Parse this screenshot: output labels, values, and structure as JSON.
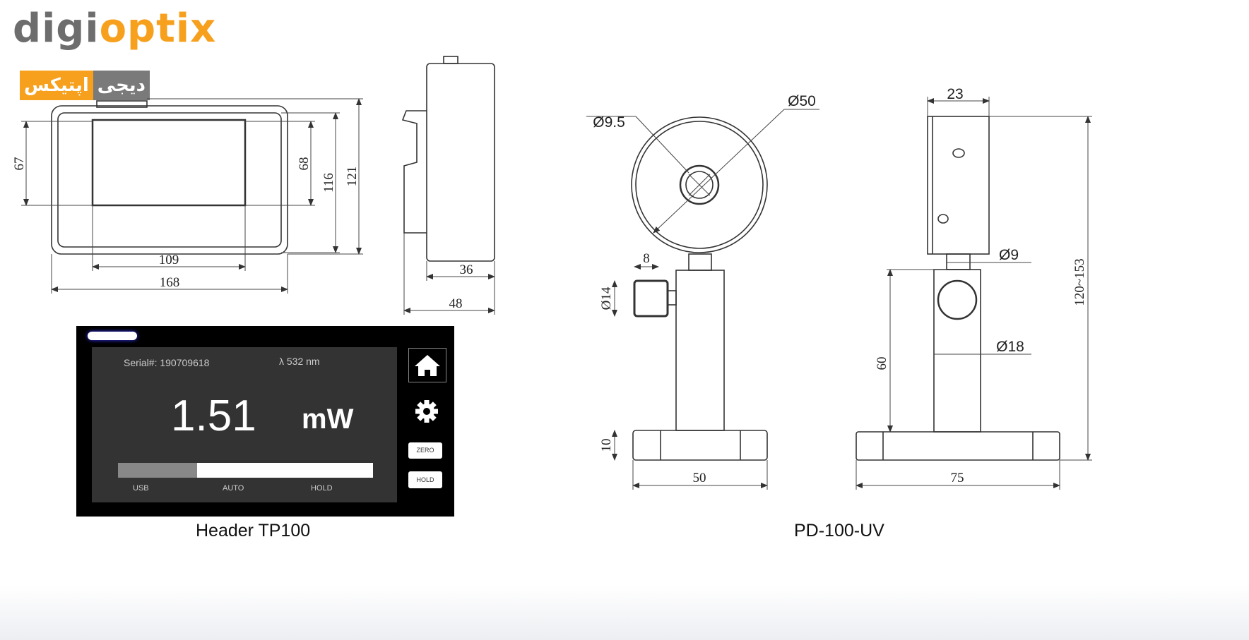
{
  "brand": {
    "name_gray": "digi",
    "name_orange": "optix",
    "fa_orange": "اپتیکس",
    "fa_gray": "دیجی"
  },
  "captions": {
    "left": "Header TP100",
    "right": "PD-100-UV"
  },
  "tp100_dims": {
    "screen_h": "67",
    "screen_h2": "68",
    "inner_h": "116",
    "outer_h": "121",
    "screen_w": "109",
    "outer_w": "168",
    "depth": "36",
    "depth_total": "48"
  },
  "pd100_dims": {
    "aperture": "Ø9.5",
    "diameter": "Ø50",
    "knob_w": "8",
    "knob_d": "Ø14",
    "base_h": "10",
    "base_w": "50",
    "width": "23",
    "neck_d": "Ø9",
    "post_d": "Ø18",
    "post_h": "60",
    "height_range": "120~153",
    "base_len": "75"
  },
  "display": {
    "serial": "Serial#: 190709618",
    "wavelength": "λ 532 nm",
    "value": "1.51",
    "unit": "mW",
    "progress": 0.31,
    "labels": [
      "USB",
      "AUTO",
      "HOLD"
    ],
    "buttons": {
      "zero": "ZERO",
      "hold": "HOLD"
    }
  },
  "colors": {
    "orange": "#f7a01d",
    "gray": "#6d6d6d"
  }
}
